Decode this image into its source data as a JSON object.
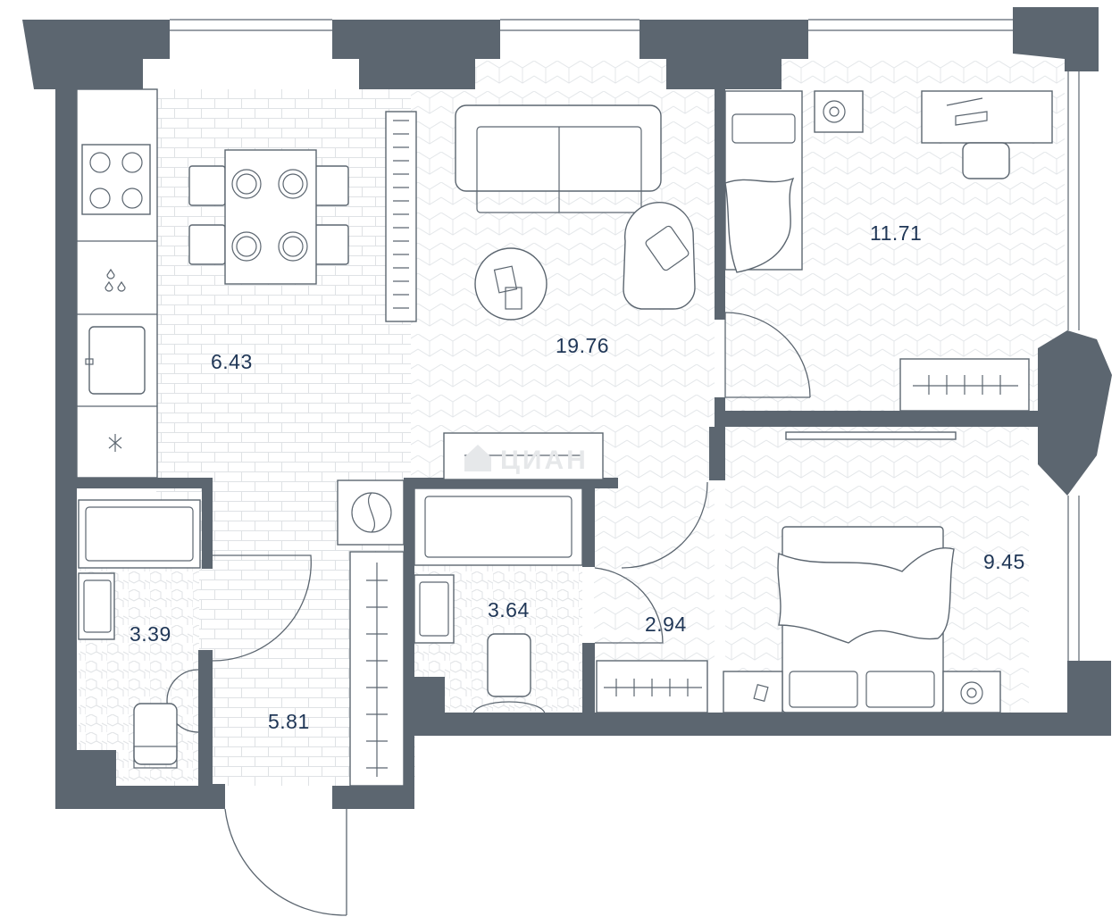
{
  "floor_plan": {
    "rooms": [
      {
        "id": "kitchen",
        "area": "6.43"
      },
      {
        "id": "living-room",
        "area": "19.76"
      },
      {
        "id": "bedroom-top",
        "area": "11.71"
      },
      {
        "id": "bedroom-bottom",
        "area": "9.45"
      },
      {
        "id": "bathroom-left",
        "area": "3.39"
      },
      {
        "id": "bathroom-center",
        "area": "3.64"
      },
      {
        "id": "hallway-small",
        "area": "2.94"
      },
      {
        "id": "entrance-hall",
        "area": "5.81"
      }
    ],
    "watermark": "ЦИАН",
    "colors": {
      "wall": "#5c6670",
      "label": "#1f3656",
      "tile": "#d9dde0",
      "parquet": "#e2e5e8"
    }
  }
}
